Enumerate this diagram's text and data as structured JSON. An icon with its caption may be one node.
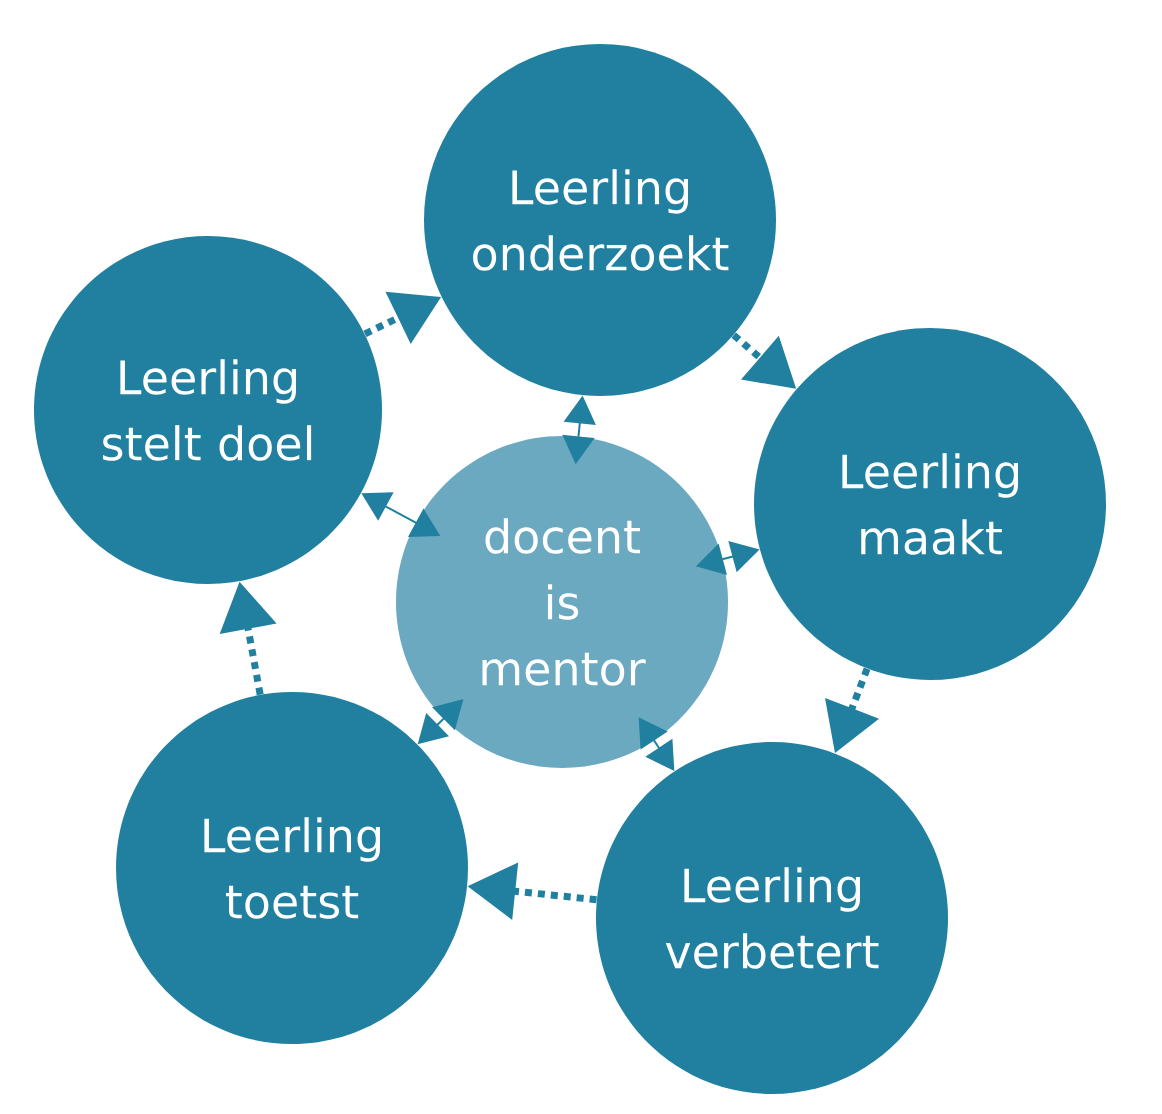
{
  "diagram": {
    "nodes": [
      {
        "text": [
          "Leerling onderzoekt"
        ]
      },
      {
        "text": [
          "Leerling stelt doel"
        ]
      },
      {
        "text": [
          "Leerling maakt"
        ]
      },
      {
        "text": [
          "docent is mentor"
        ]
      },
      {
        "text": [
          "Leerling toetst"
        ]
      },
      {
        "text": [
          "Leerling verbetert"
        ]
      }
    ],
    "edges": [
      {
        "from": 1,
        "to": 0,
        "arrow": "to",
        "style": "dashed"
      },
      {
        "from": 0,
        "to": 2,
        "arrow": "to",
        "style": "dashed"
      },
      {
        "from": 2,
        "to": 5,
        "arrow": "to",
        "style": "dashed"
      },
      {
        "from": 5,
        "to": 4,
        "arrow": "to",
        "style": "dashed"
      },
      {
        "from": 4,
        "to": 1,
        "arrow": "to",
        "style": "dashed"
      },
      {
        "from": 3,
        "to": 0,
        "arrow": "both"
      },
      {
        "from": 3,
        "to": 1,
        "arrow": "both"
      },
      {
        "from": 3,
        "to": 2,
        "arrow": "both"
      },
      {
        "from": 3,
        "to": 4,
        "arrow": "both"
      },
      {
        "from": 3,
        "to": 5,
        "arrow": "both"
      }
    ]
  }
}
